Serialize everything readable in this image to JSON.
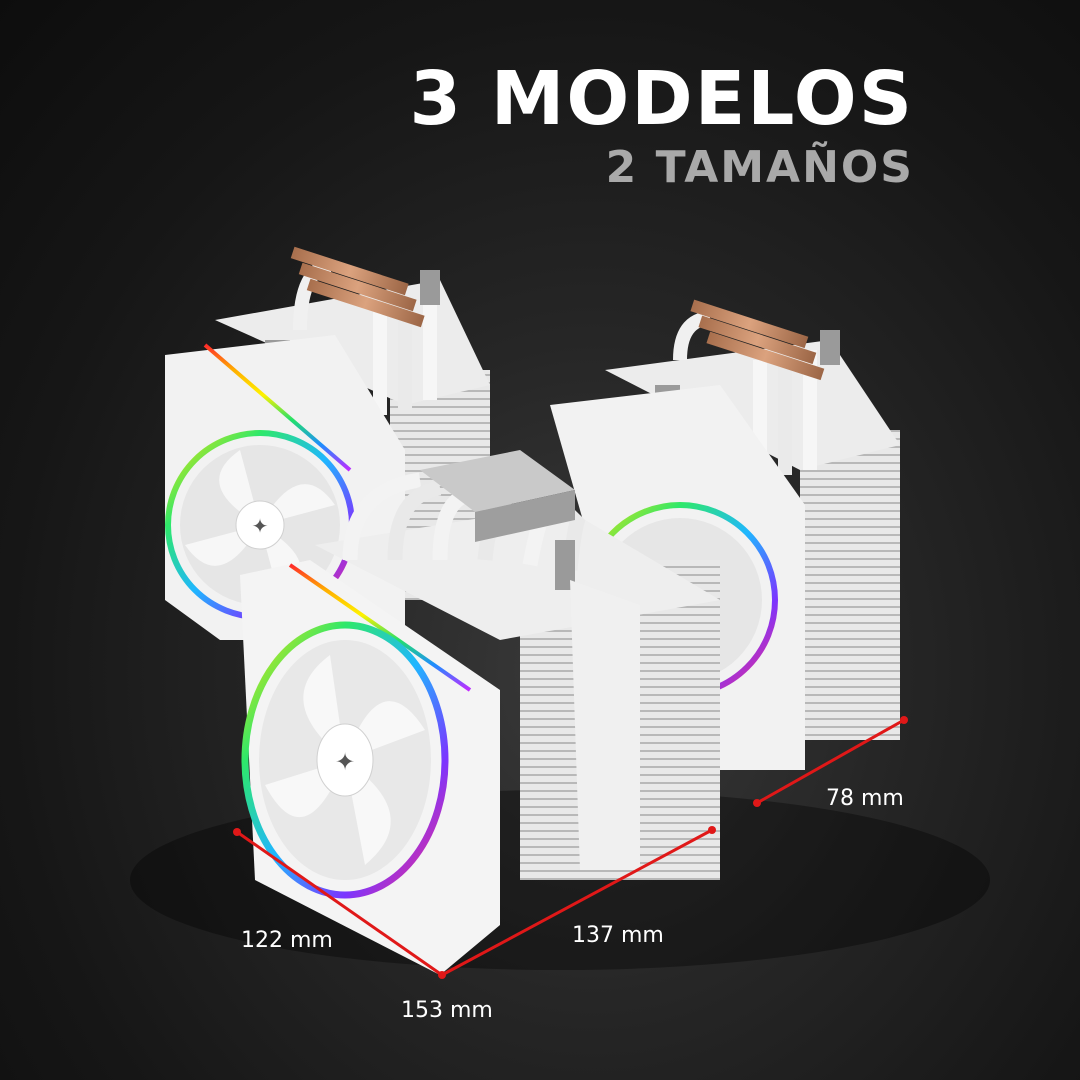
{
  "header": {
    "title": "3 MODELOS",
    "subtitle": "2 TAMAÑOS"
  },
  "dimensions": {
    "depth_small": "78 mm",
    "depth_large": "122 mm",
    "width_large": "137 mm",
    "width_total": "153 mm"
  },
  "colors": {
    "background": "#151515",
    "headline": "#ffffff",
    "subheadline": "#a9a9a9",
    "dimension_line": "#e01818",
    "product_body": "#f2f2f2",
    "copper": "#c8906a"
  },
  "icons": [
    "fan-logo-icon"
  ]
}
